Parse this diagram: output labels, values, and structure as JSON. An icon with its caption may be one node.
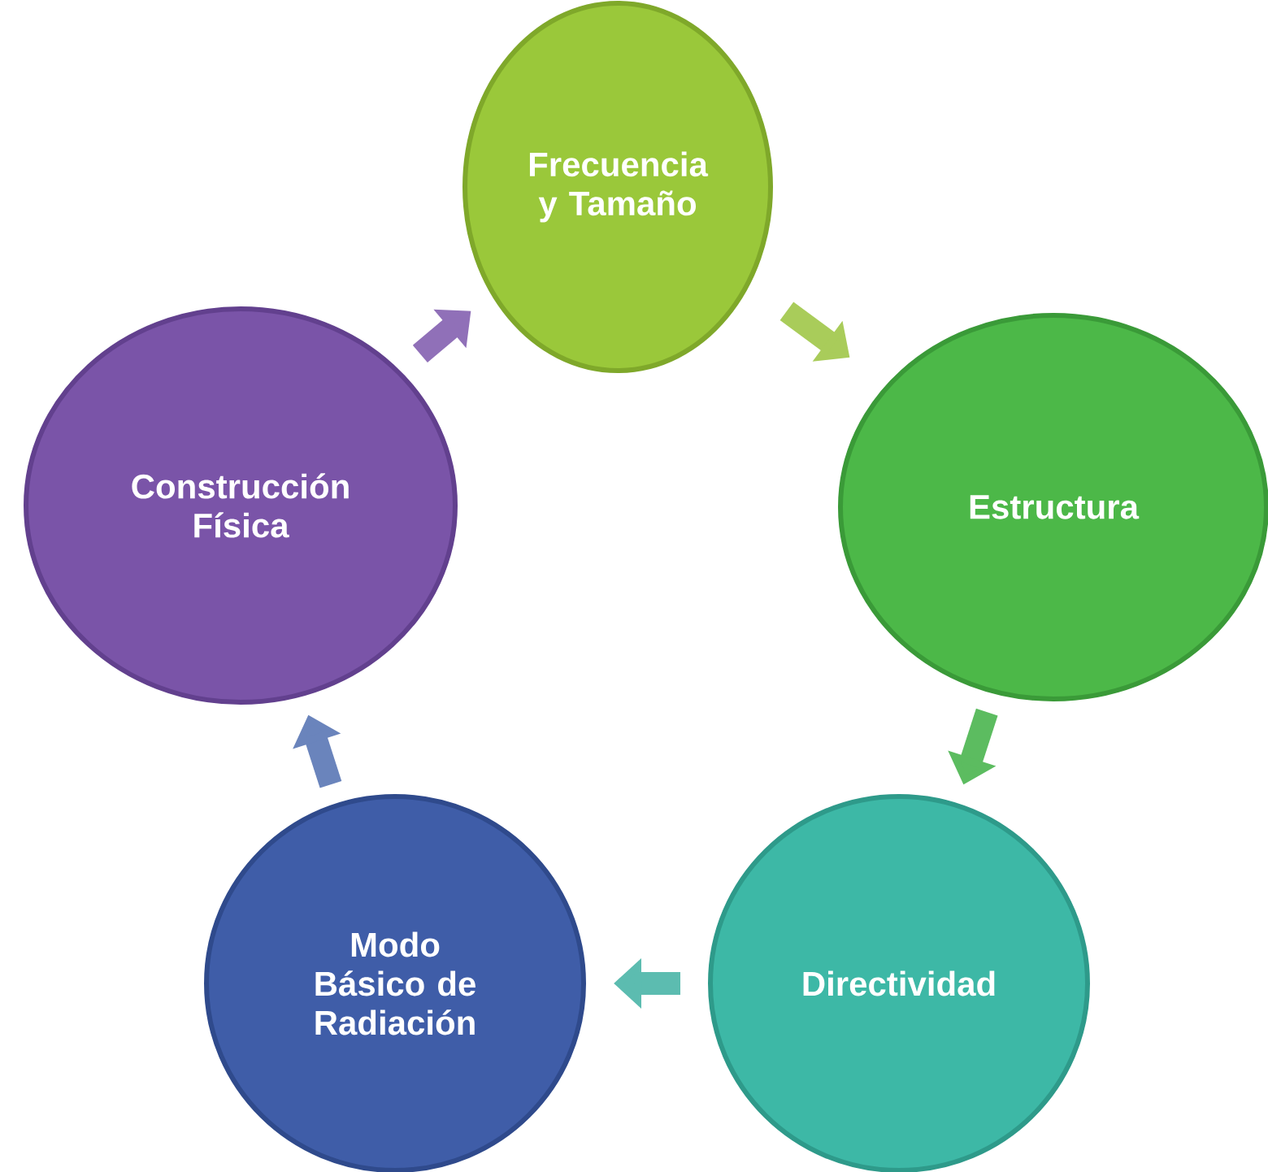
{
  "diagram": {
    "nodes": [
      {
        "text": [
          "Frecuencia y Tamaño"
        ]
      },
      {
        "text": [
          "Estructura"
        ]
      },
      {
        "text": [
          "Directividad"
        ]
      },
      {
        "text": [
          "Modo Básico de Radiación"
        ]
      },
      {
        "text": [
          "Construcción Física"
        ]
      }
    ],
    "edges": [
      {
        "from": 0,
        "to": 1,
        "arrow": "to",
        "color": "#a9cc5a"
      },
      {
        "from": 1,
        "to": 2,
        "arrow": "to",
        "color": "#5cbc60"
      },
      {
        "from": 2,
        "to": 3,
        "arrow": "to",
        "color": "#5cbcb0"
      },
      {
        "from": 3,
        "to": 4,
        "arrow": "to",
        "color": "#6a84bc"
      },
      {
        "from": 4,
        "to": 0,
        "arrow": "to",
        "color": "#9070b8"
      }
    ]
  }
}
